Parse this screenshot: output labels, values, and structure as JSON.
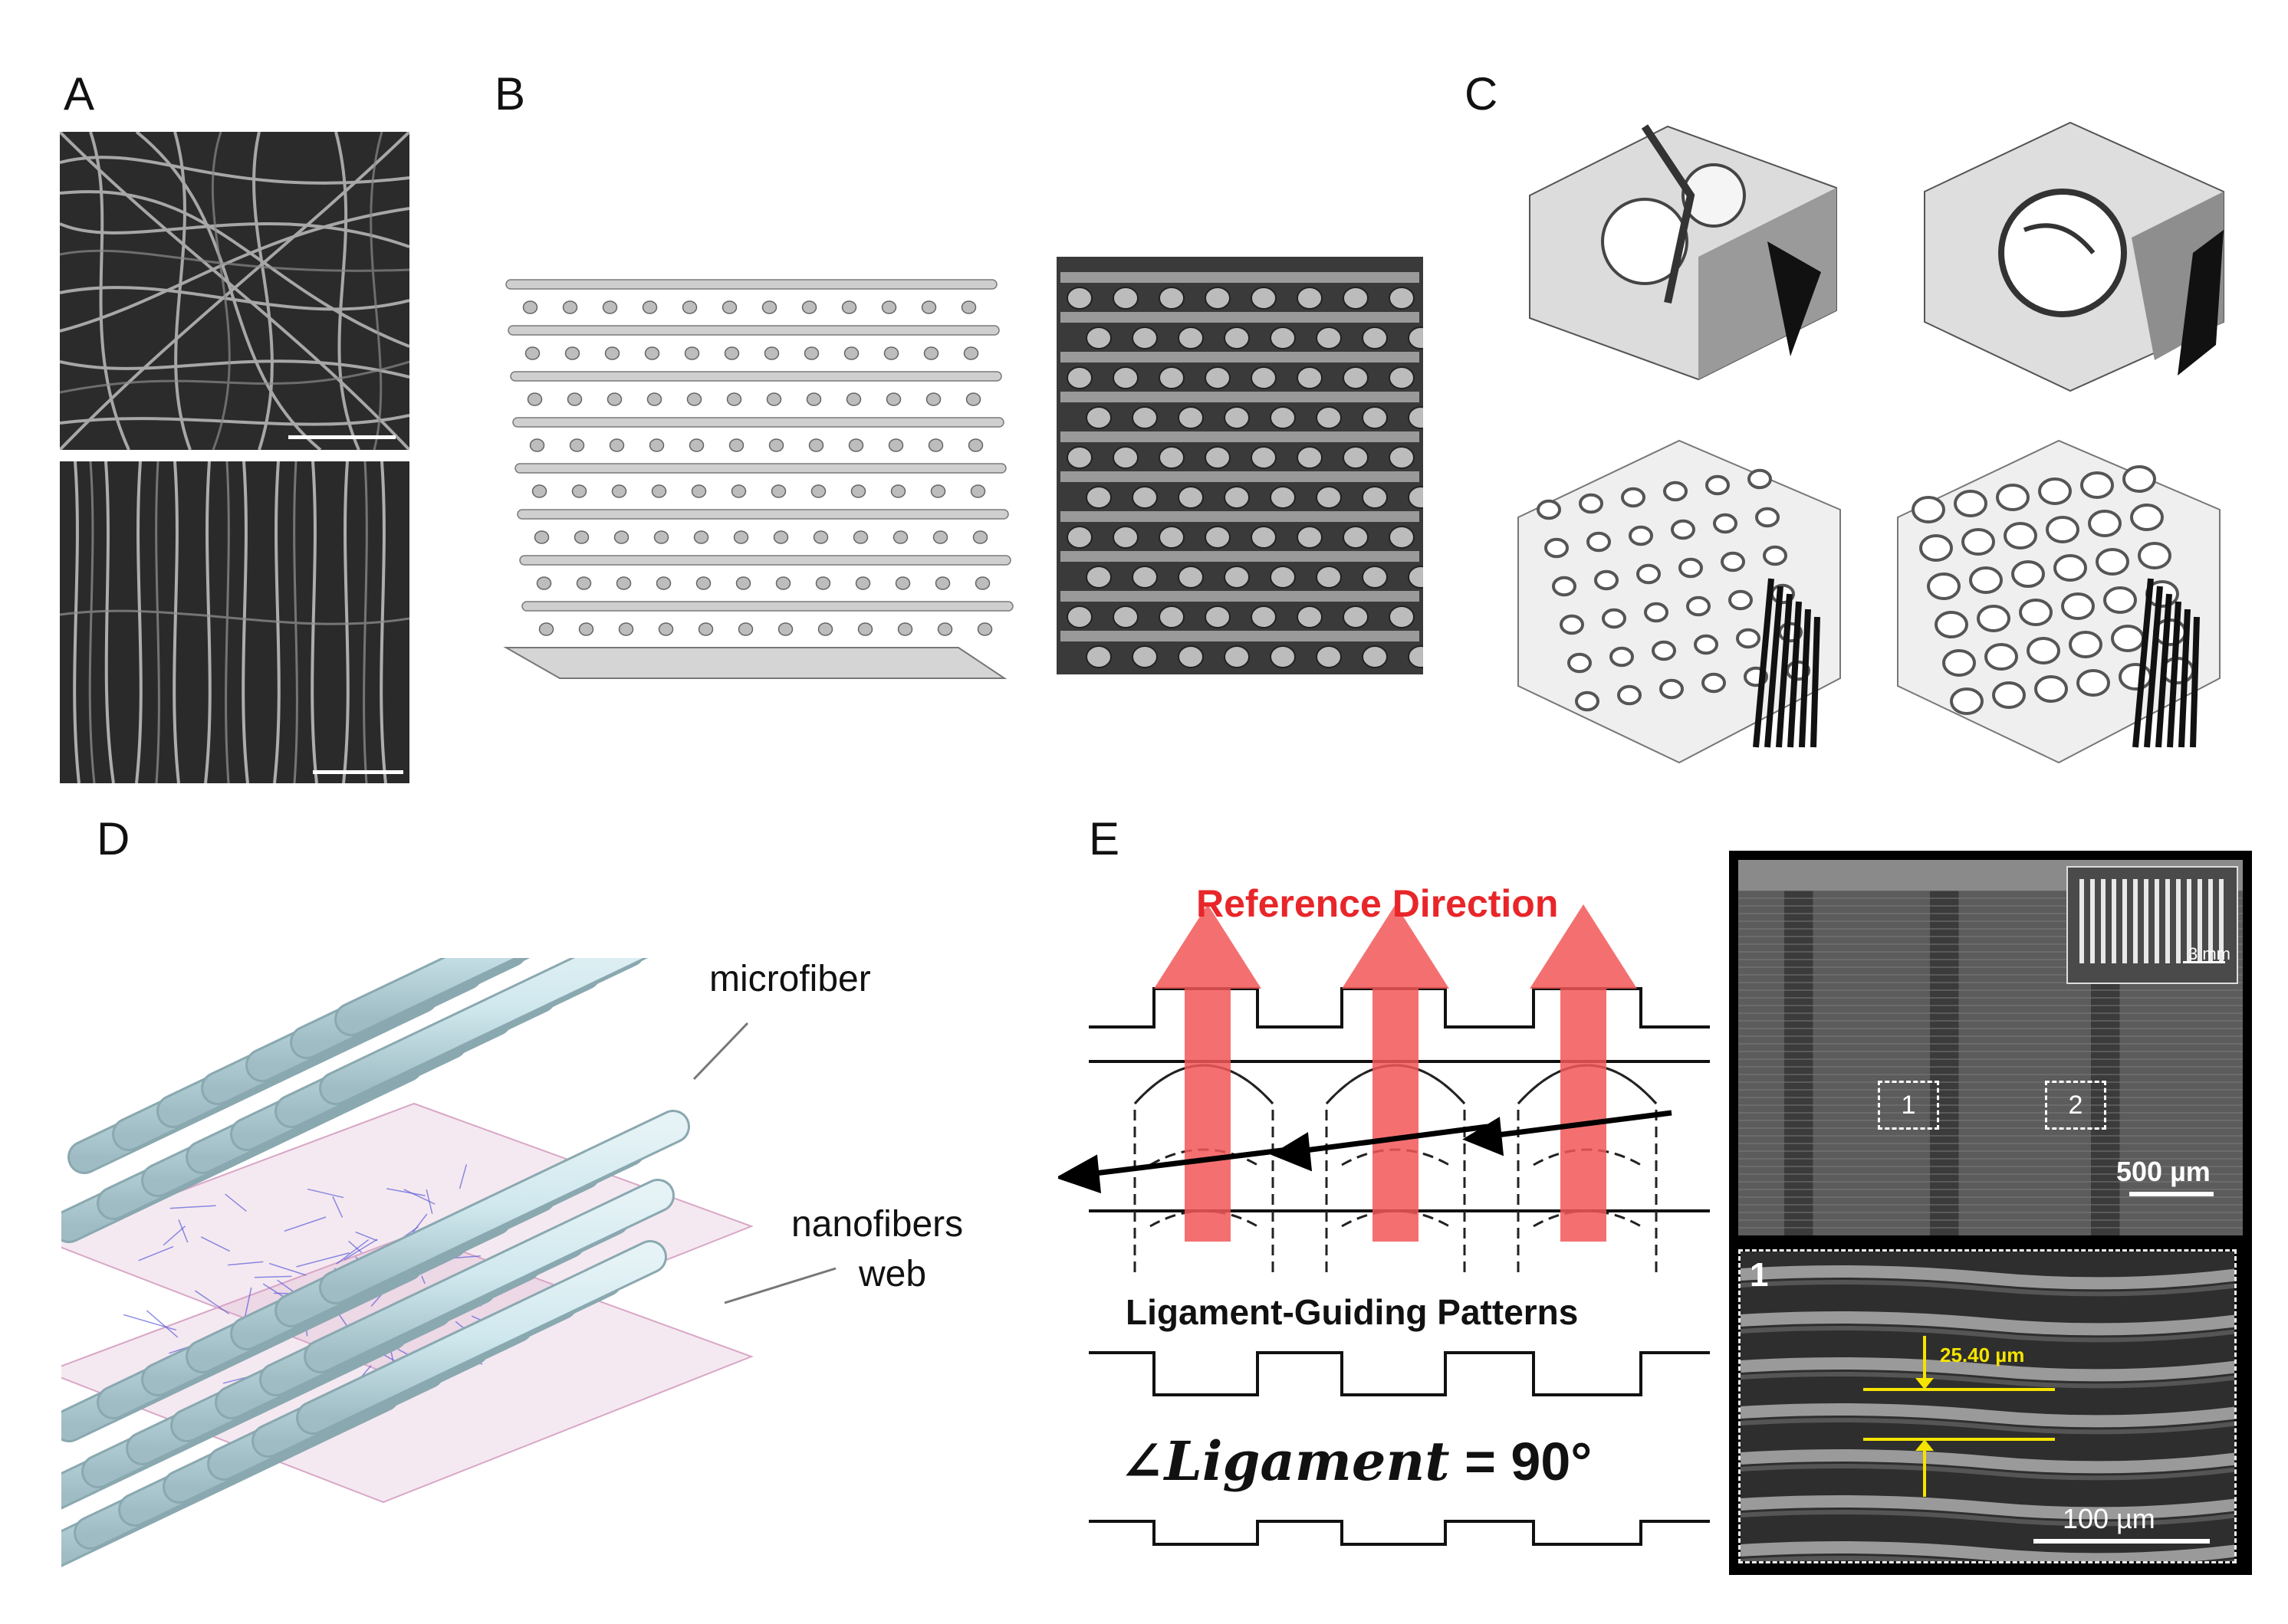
{
  "panels": {
    "A": {
      "letter": "A"
    },
    "B": {
      "letter": "B"
    },
    "C": {
      "letter": "C"
    },
    "D": {
      "letter": "D",
      "labels": {
        "microfiber": "microfiber",
        "nanofibers_line1": "nanofibers",
        "nanofibers_line2": "web"
      }
    },
    "E": {
      "letter": "E",
      "reference_direction": "Reference Direction",
      "ligament_patterns": "Ligament-Guiding Patterns",
      "ligament_angle_symbol": "∠Ligament",
      "ligament_angle_value": "= 90°",
      "sem_top": {
        "box1": "1",
        "box2": "2",
        "scale": "500 µm",
        "inset_scale": "3 mm"
      },
      "sem_bottom": {
        "index": "1",
        "measurement": "25.40 µm",
        "scale": "100 µm"
      }
    }
  },
  "colors": {
    "red_arrow": "#f25757",
    "red_text": "#e8262a",
    "light_blue_fiber": "#cfe8ee",
    "nanoweb_pink": "#d9a7c7",
    "nanoweb_blue": "#5a5cd8",
    "yellow_mark": "#f5e400"
  }
}
